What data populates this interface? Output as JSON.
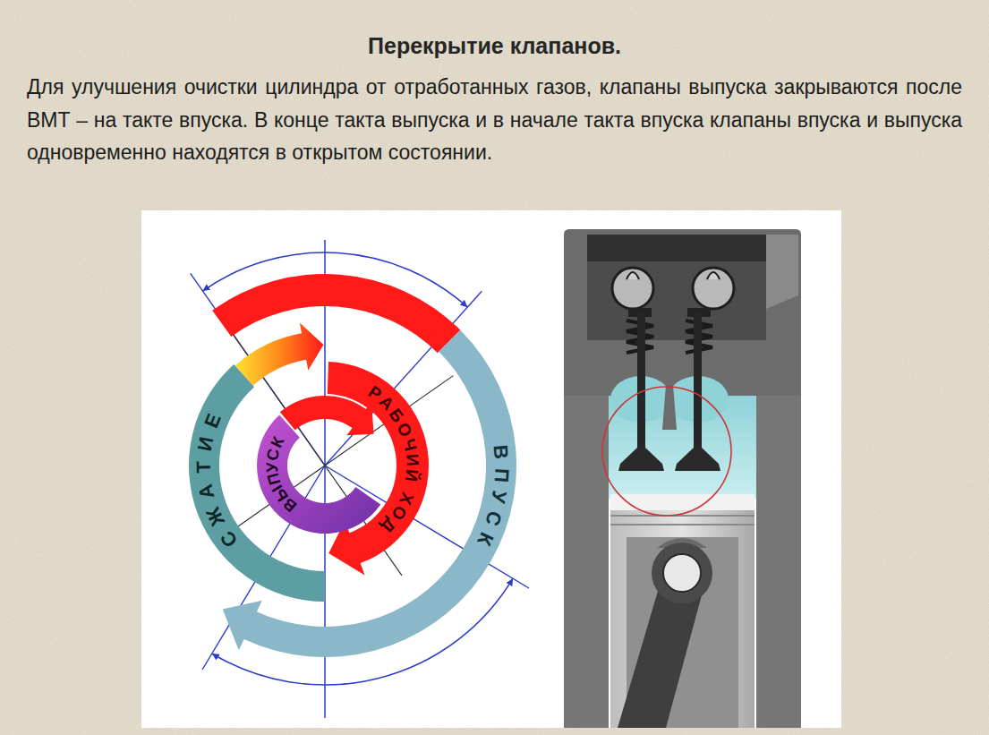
{
  "diagram": {
    "title": "Перекрытие клапанов.",
    "nodes": [
      {
        "text": [
          "ВПУСК"
        ]
      },
      {
        "text": [
          "СЖАТИЕ"
        ]
      },
      {
        "text": [
          "РАБОЧИЙ ХОД"
        ]
      },
      {
        "text": [
          "ВЫПУСК"
        ]
      }
    ],
    "labels": [
      "Для улучшения очистки цилиндра от отработанных газов, клапаны выпуска закрываются после ВМТ – на такте впуска. В конце такта выпуска и в начале такта впуска клапаны впуска и выпуска одновременно находятся в открытом состоянии."
    ]
  }
}
